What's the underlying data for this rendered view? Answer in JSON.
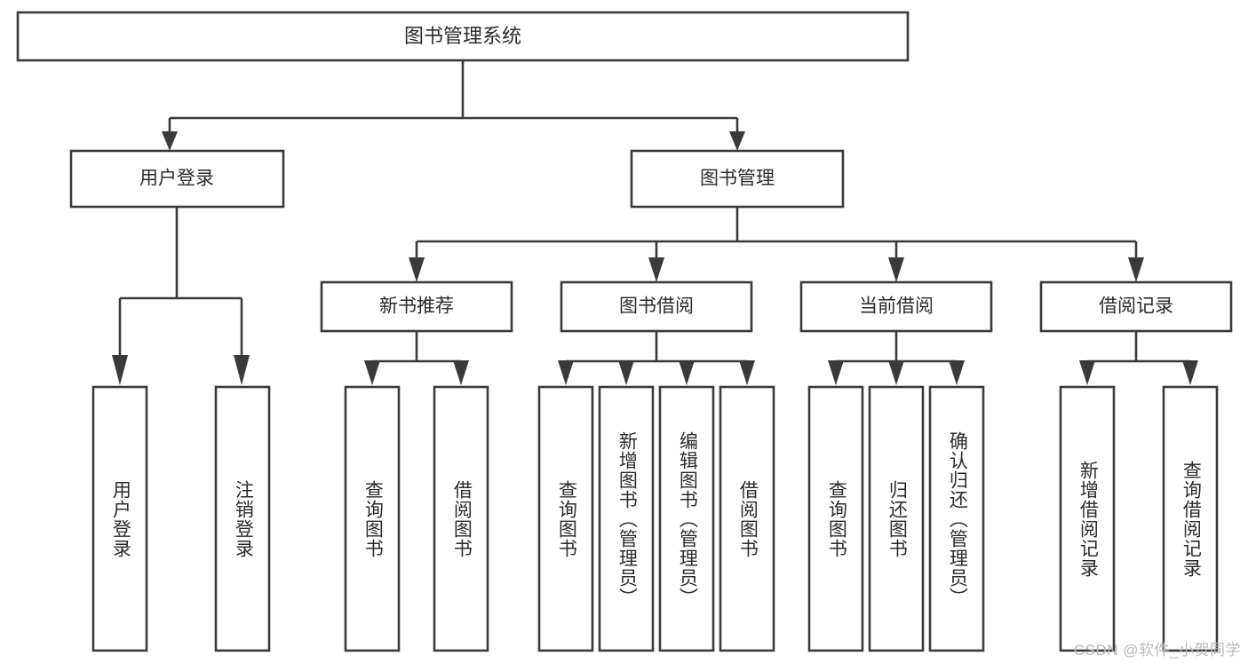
{
  "diagram": {
    "type": "tree-hierarchy",
    "title": "图书管理系统",
    "watermark": "CSDN @软件_小贺同学",
    "colors": {
      "stroke": "#3a3a3a",
      "fill": "#ffffff",
      "text": "#2b2b2b",
      "watermark": "#b9b9b9",
      "background": "#ffffff"
    },
    "root": {
      "label": "图书管理系统"
    },
    "level1": [
      {
        "label": "用户登录"
      },
      {
        "label": "图书管理"
      }
    ],
    "level2": [
      {
        "label": "新书推荐"
      },
      {
        "label": "图书借阅"
      },
      {
        "label": "当前借阅"
      },
      {
        "label": "借阅记录"
      }
    ],
    "leaves": {
      "user_login": [
        {
          "label": "用户登录"
        },
        {
          "label": "注销登录"
        }
      ],
      "new_book_recommend": [
        {
          "label": "查询图书"
        },
        {
          "label": "借阅图书"
        }
      ],
      "book_borrow": [
        {
          "label": "查询图书"
        },
        {
          "label": "新增图书（管理员）"
        },
        {
          "label": "编辑图书（管理员）"
        },
        {
          "label": "借阅图书"
        }
      ],
      "current_borrow": [
        {
          "label": "查询图书"
        },
        {
          "label": "归还图书"
        },
        {
          "label": "确认归还（管理员）"
        }
      ],
      "borrow_record": [
        {
          "label": "新增借阅记录"
        },
        {
          "label": "查询借阅记录"
        }
      ]
    }
  }
}
